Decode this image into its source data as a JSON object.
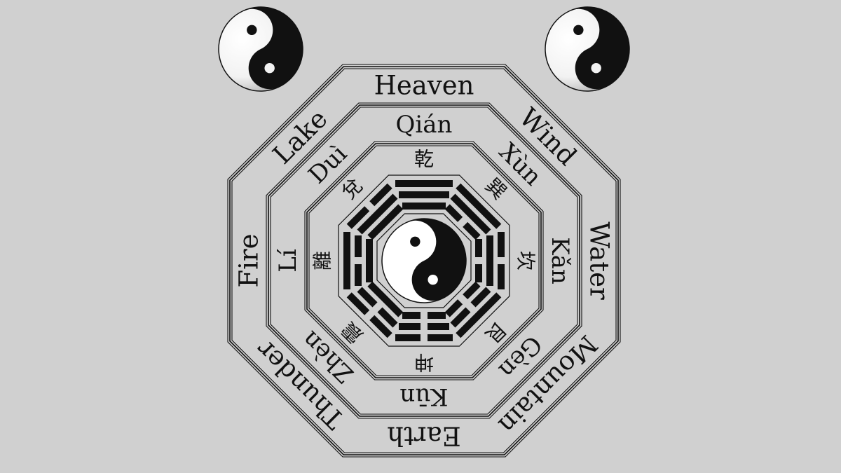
{
  "diagram": {
    "title": "Bagua",
    "colors": {
      "background": "#d0d0d0",
      "ink": "#111111",
      "light": "#ffffff"
    },
    "sectors": [
      {
        "direction": "top",
        "element": "Heaven",
        "pinyin": "Qián",
        "hanzi": "乾",
        "lines_outer_to_inner": [
          "solid",
          "solid",
          "solid"
        ]
      },
      {
        "direction": "top-right",
        "element": "Wind",
        "pinyin": "Xùn",
        "hanzi": "巽",
        "lines_outer_to_inner": [
          "solid",
          "solid",
          "broken"
        ]
      },
      {
        "direction": "right",
        "element": "Water",
        "pinyin": "Kǎn",
        "hanzi": "坎",
        "lines_outer_to_inner": [
          "broken",
          "solid",
          "broken"
        ]
      },
      {
        "direction": "bottom-right",
        "element": "Mountain",
        "pinyin": "Gèn",
        "hanzi": "艮",
        "lines_outer_to_inner": [
          "solid",
          "broken",
          "broken"
        ]
      },
      {
        "direction": "bottom",
        "element": "Earth",
        "pinyin": "Kūn",
        "hanzi": "坤",
        "lines_outer_to_inner": [
          "broken",
          "broken",
          "broken"
        ]
      },
      {
        "direction": "bottom-left",
        "element": "Thunder",
        "pinyin": "Zhèn",
        "hanzi": "震",
        "lines_outer_to_inner": [
          "broken",
          "broken",
          "solid"
        ]
      },
      {
        "direction": "left",
        "element": "Fire",
        "pinyin": "Lí",
        "hanzi": "離",
        "lines_outer_to_inner": [
          "solid",
          "broken",
          "solid"
        ]
      },
      {
        "direction": "top-left",
        "element": "Lake",
        "pinyin": "Duì",
        "hanzi": "兌",
        "lines_outer_to_inner": [
          "broken",
          "solid",
          "solid"
        ]
      }
    ],
    "decorations": [
      {
        "name": "yin-yang-top-left-icon"
      },
      {
        "name": "yin-yang-top-right-icon"
      },
      {
        "name": "yin-yang-center-icon"
      }
    ]
  }
}
